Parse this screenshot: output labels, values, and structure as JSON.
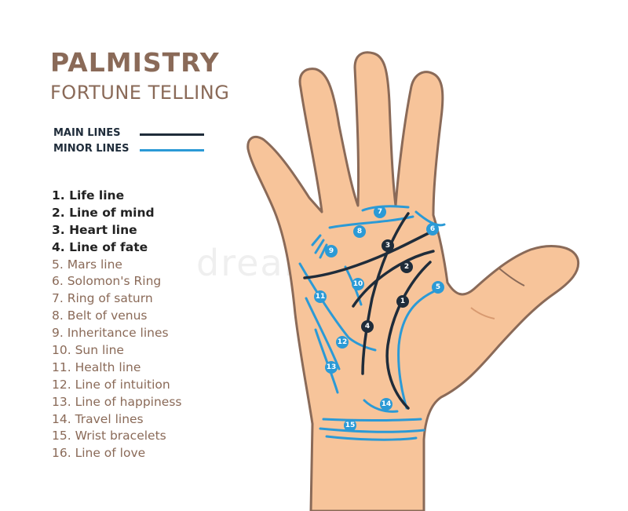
{
  "header": {
    "title": "PALMISTRY",
    "subtitle": "FORTUNE TELLING"
  },
  "legend": {
    "main_label": "MAIN LINES",
    "minor_label": "MINOR LINES",
    "main_color": "#1f2c3a",
    "minor_color": "#2b9ad6"
  },
  "lines": [
    {
      "label": "1. Life line",
      "kind": "main"
    },
    {
      "label": "2. Line of mind",
      "kind": "main"
    },
    {
      "label": "3. Heart line",
      "kind": "main"
    },
    {
      "label": "4. Line of fate",
      "kind": "main"
    },
    {
      "label": "5. Mars line",
      "kind": "minor"
    },
    {
      "label": "6. Solomon's Ring",
      "kind": "minor"
    },
    {
      "label": "7. Ring of saturn",
      "kind": "minor"
    },
    {
      "label": "8. Belt of venus",
      "kind": "minor"
    },
    {
      "label": "9. Inheritance lines",
      "kind": "minor"
    },
    {
      "label": "10. Sun line",
      "kind": "minor"
    },
    {
      "label": "11. Health line",
      "kind": "minor"
    },
    {
      "label": "12. Line of intuition",
      "kind": "minor"
    },
    {
      "label": "13. Line of happiness",
      "kind": "minor"
    },
    {
      "label": "14. Travel lines",
      "kind": "minor"
    },
    {
      "label": "15. Wrist bracelets",
      "kind": "minor"
    },
    {
      "label": "16. Line of love",
      "kind": "minor"
    }
  ],
  "hand_badges": [
    "1",
    "2",
    "3",
    "4",
    "5",
    "6",
    "7",
    "8",
    "9",
    "10",
    "11",
    "12",
    "13",
    "14",
    "15"
  ],
  "watermark": "dreamstime",
  "colors": {
    "skin": "#f7c49a",
    "skin_outline": "#8a6a58",
    "title": "#8a6a58"
  }
}
